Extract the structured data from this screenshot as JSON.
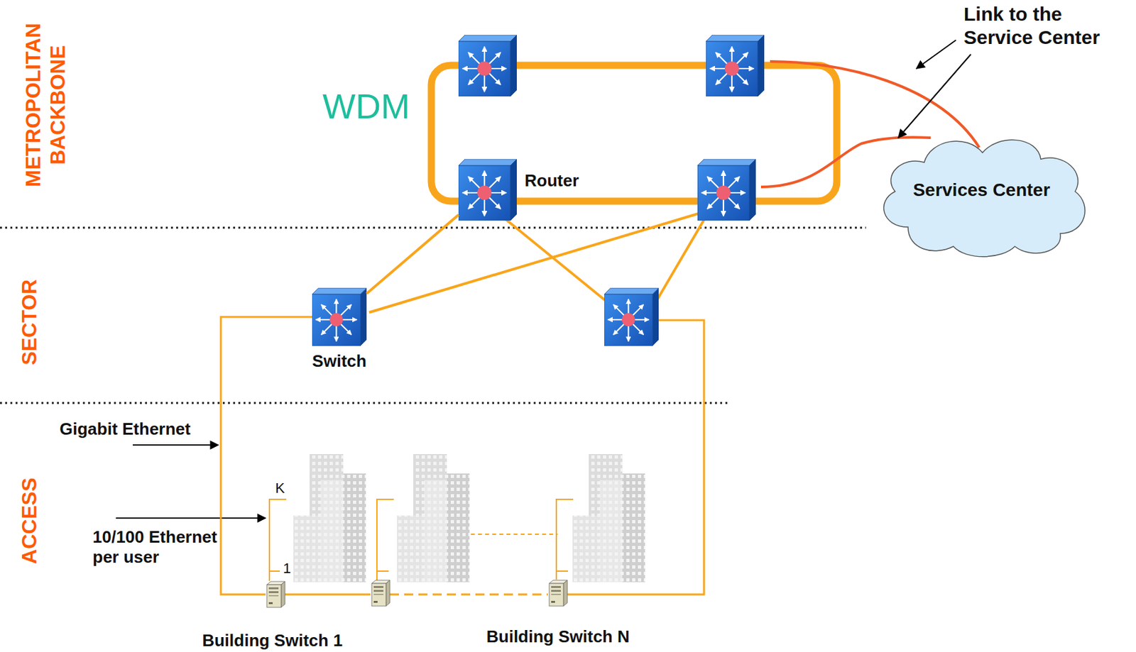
{
  "diagram": {
    "nodes": [
      {
        "text": [
          "Router"
        ]
      },
      {
        "text": [
          "Services Center"
        ]
      },
      {
        "text": [
          "Switch"
        ]
      },
      {
        "text": [
          "Building Switch 1"
        ]
      },
      {
        "text": [
          "Building Switch N"
        ]
      }
    ],
    "edges": [
      {
        "from": 0,
        "to": 2,
        "arrow": "none"
      },
      {
        "from": 2,
        "to": 3,
        "arrow": "none"
      }
    ],
    "labels": [
      "METROPOLITAN BACKBONE",
      "SECTOR",
      "ACCESS",
      "WDM",
      "Link to the Service Center",
      "Gigabit Ethernet",
      "10/100 Ethernet per user",
      "K",
      "1"
    ]
  }
}
